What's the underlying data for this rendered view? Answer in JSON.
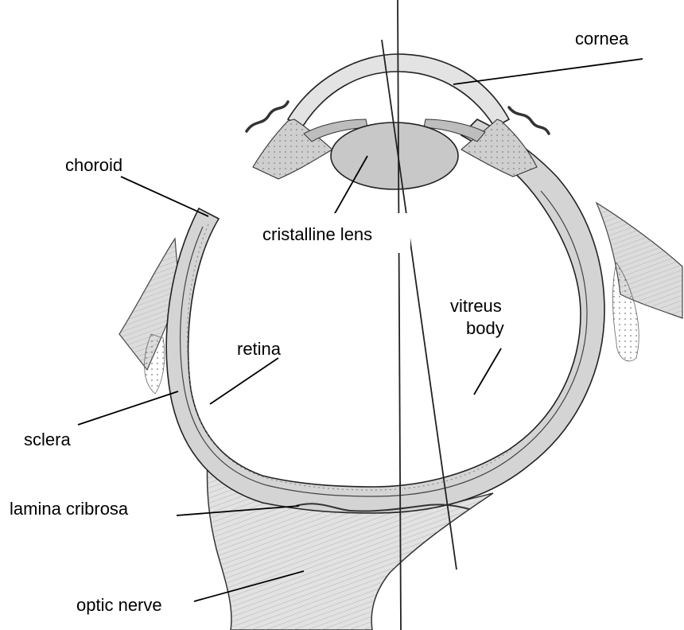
{
  "diagram": {
    "labels": {
      "cornea": "cornea",
      "choroid": "choroid",
      "lens": "cristalline lens",
      "vitreus_line1": "vitreus",
      "vitreus_line2": "body",
      "retina": "retina",
      "sclera": "sclera",
      "lamina": "lamina cribrosa",
      "optic_nerve": "optic nerve"
    },
    "colors": {
      "ink": "#1a1a1a",
      "tissue": "#d9d9d9",
      "tissue_dark": "#bdbdbd",
      "lens_fill": "#c8c8c8",
      "background": "#ffffff"
    }
  }
}
